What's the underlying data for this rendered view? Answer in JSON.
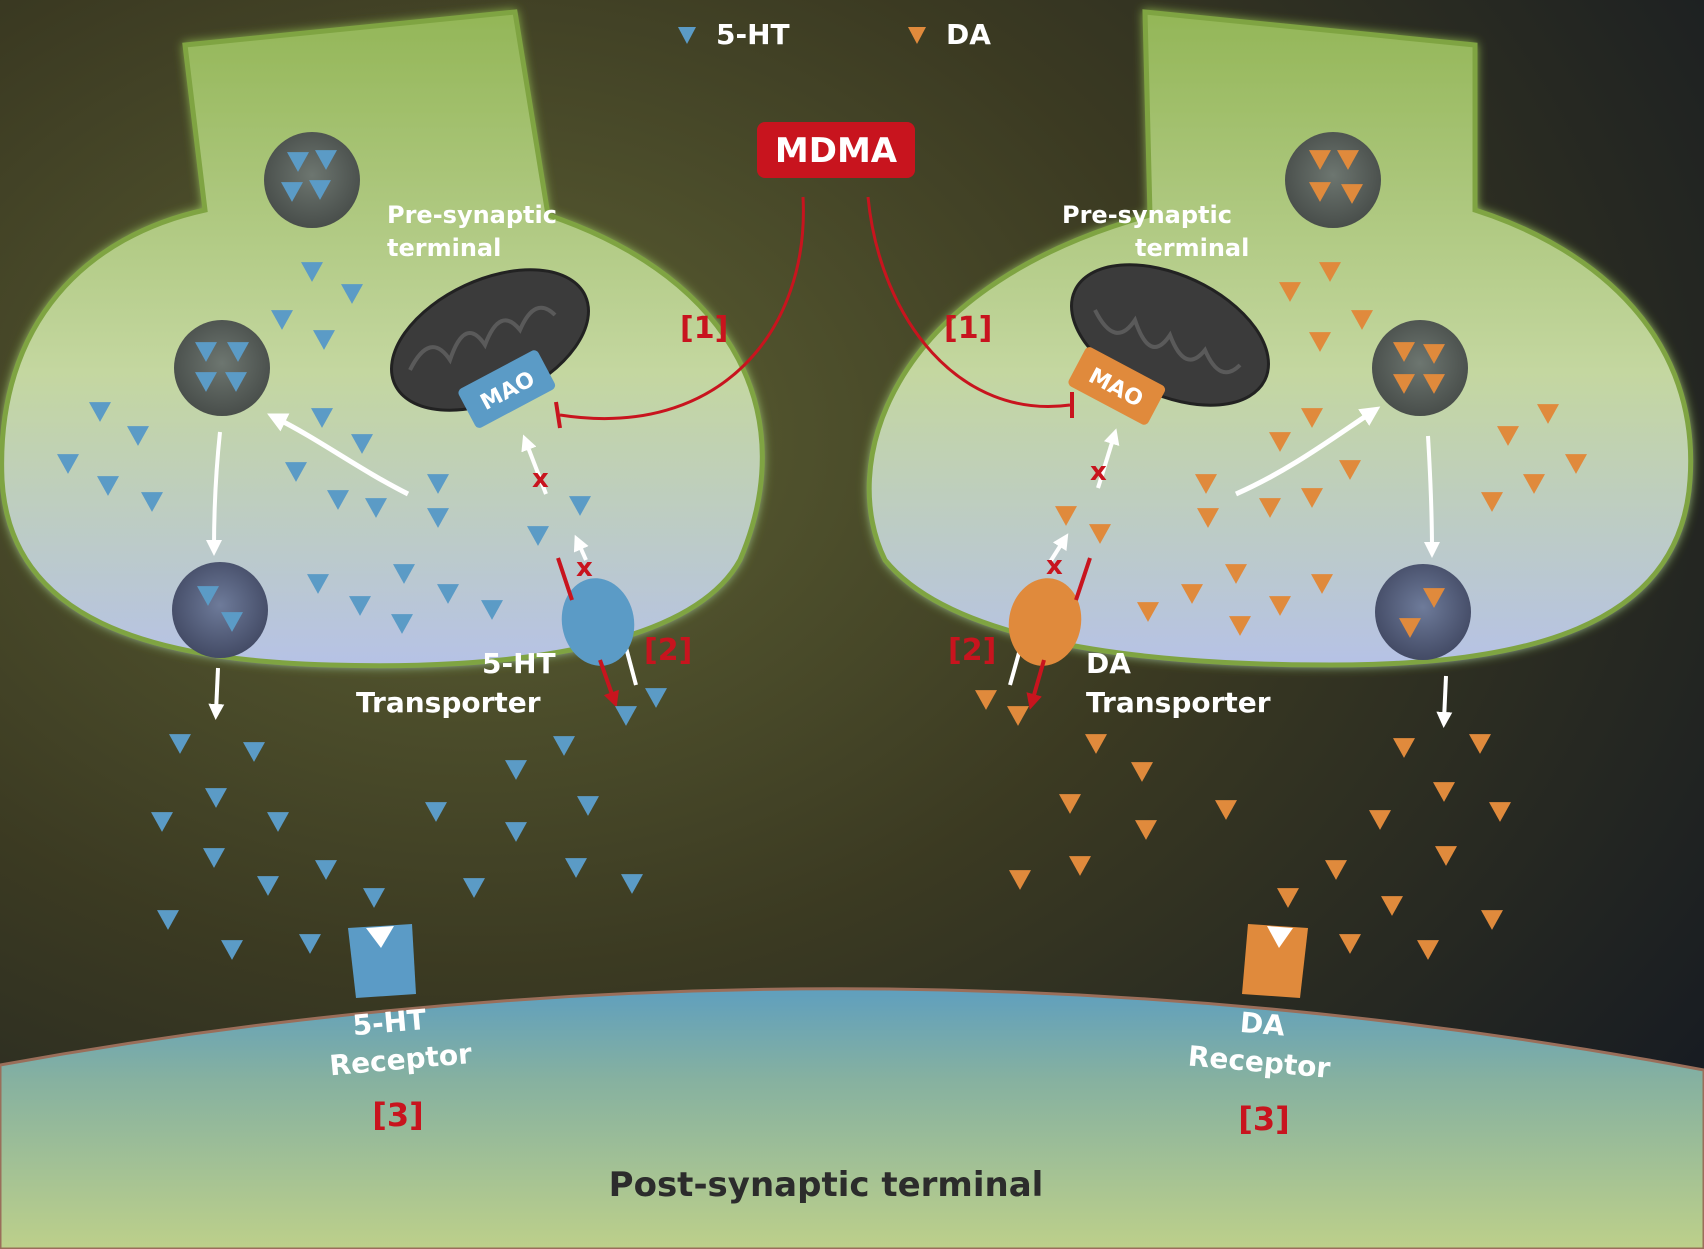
{
  "legend": {
    "serotonin": "5-HT",
    "dopamine": "DA"
  },
  "drug_label": "MDMA",
  "left_terminal": {
    "title_line1": "Pre-synaptic",
    "title_line2": "terminal",
    "enzyme": "MAO",
    "transporter_line1": "5-HT",
    "transporter_line2": "Transporter",
    "receptor_line1": "5-HT",
    "receptor_line2": "Receptor",
    "ref_mao": "[1]",
    "ref_transporter": "[2]",
    "ref_receptor": "[3]",
    "block_mark_1": "x",
    "block_mark_2": "x"
  },
  "right_terminal": {
    "title_line1": "Pre-synaptic",
    "title_line2": "terminal",
    "enzyme": "MAO",
    "transporter_line1": "DA",
    "transporter_line2": "Transporter",
    "receptor_line1": "DA",
    "receptor_line2": "Receptor",
    "ref_mao": "[1]",
    "ref_transporter": "[2]",
    "ref_receptor": "[3]",
    "block_mark_1": "x",
    "block_mark_2": "x"
  },
  "post_synaptic_label": "Post-synaptic terminal",
  "colors": {
    "serotonin": "#5b9bc6",
    "dopamine": "#e08a3c",
    "mdma": "#c8141e",
    "inhibition": "#c8141e",
    "membrane": "#b9d58c",
    "mitochondrion": "#3a3a3a",
    "arrow": "#ffffff"
  }
}
